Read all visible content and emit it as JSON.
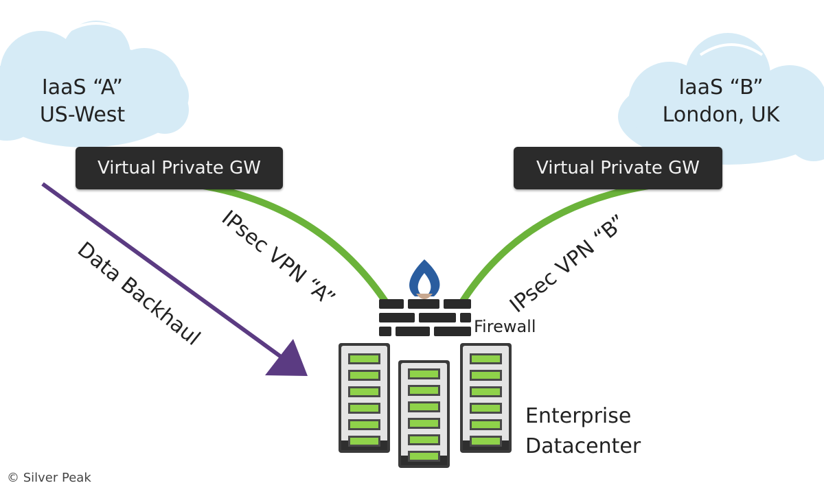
{
  "clouds": {
    "a": {
      "line1": "IaaS “A”",
      "line2": "US-West"
    },
    "b": {
      "line1": "IaaS “B”",
      "line2": "London, UK"
    }
  },
  "gateways": {
    "a": "Virtual Private GW",
    "b": "Virtual Private GW"
  },
  "links": {
    "vpn_a": "IPsec VPN “A”",
    "vpn_b": "IPsec VPN “B”",
    "backhaul": "Data Backhaul"
  },
  "firewall": {
    "label": "Firewall"
  },
  "datacenter": {
    "line1": "Enterprise",
    "line2": "Datacenter"
  },
  "copyright": "© Silver Peak",
  "colors": {
    "cloud": "#d6ebf6",
    "gateway": "#2b2b2b",
    "vpn_line": "#6bb33a",
    "backhaul": "#5b3b82",
    "flame": "#2a5d9f",
    "server_led": "#8fd24a"
  }
}
